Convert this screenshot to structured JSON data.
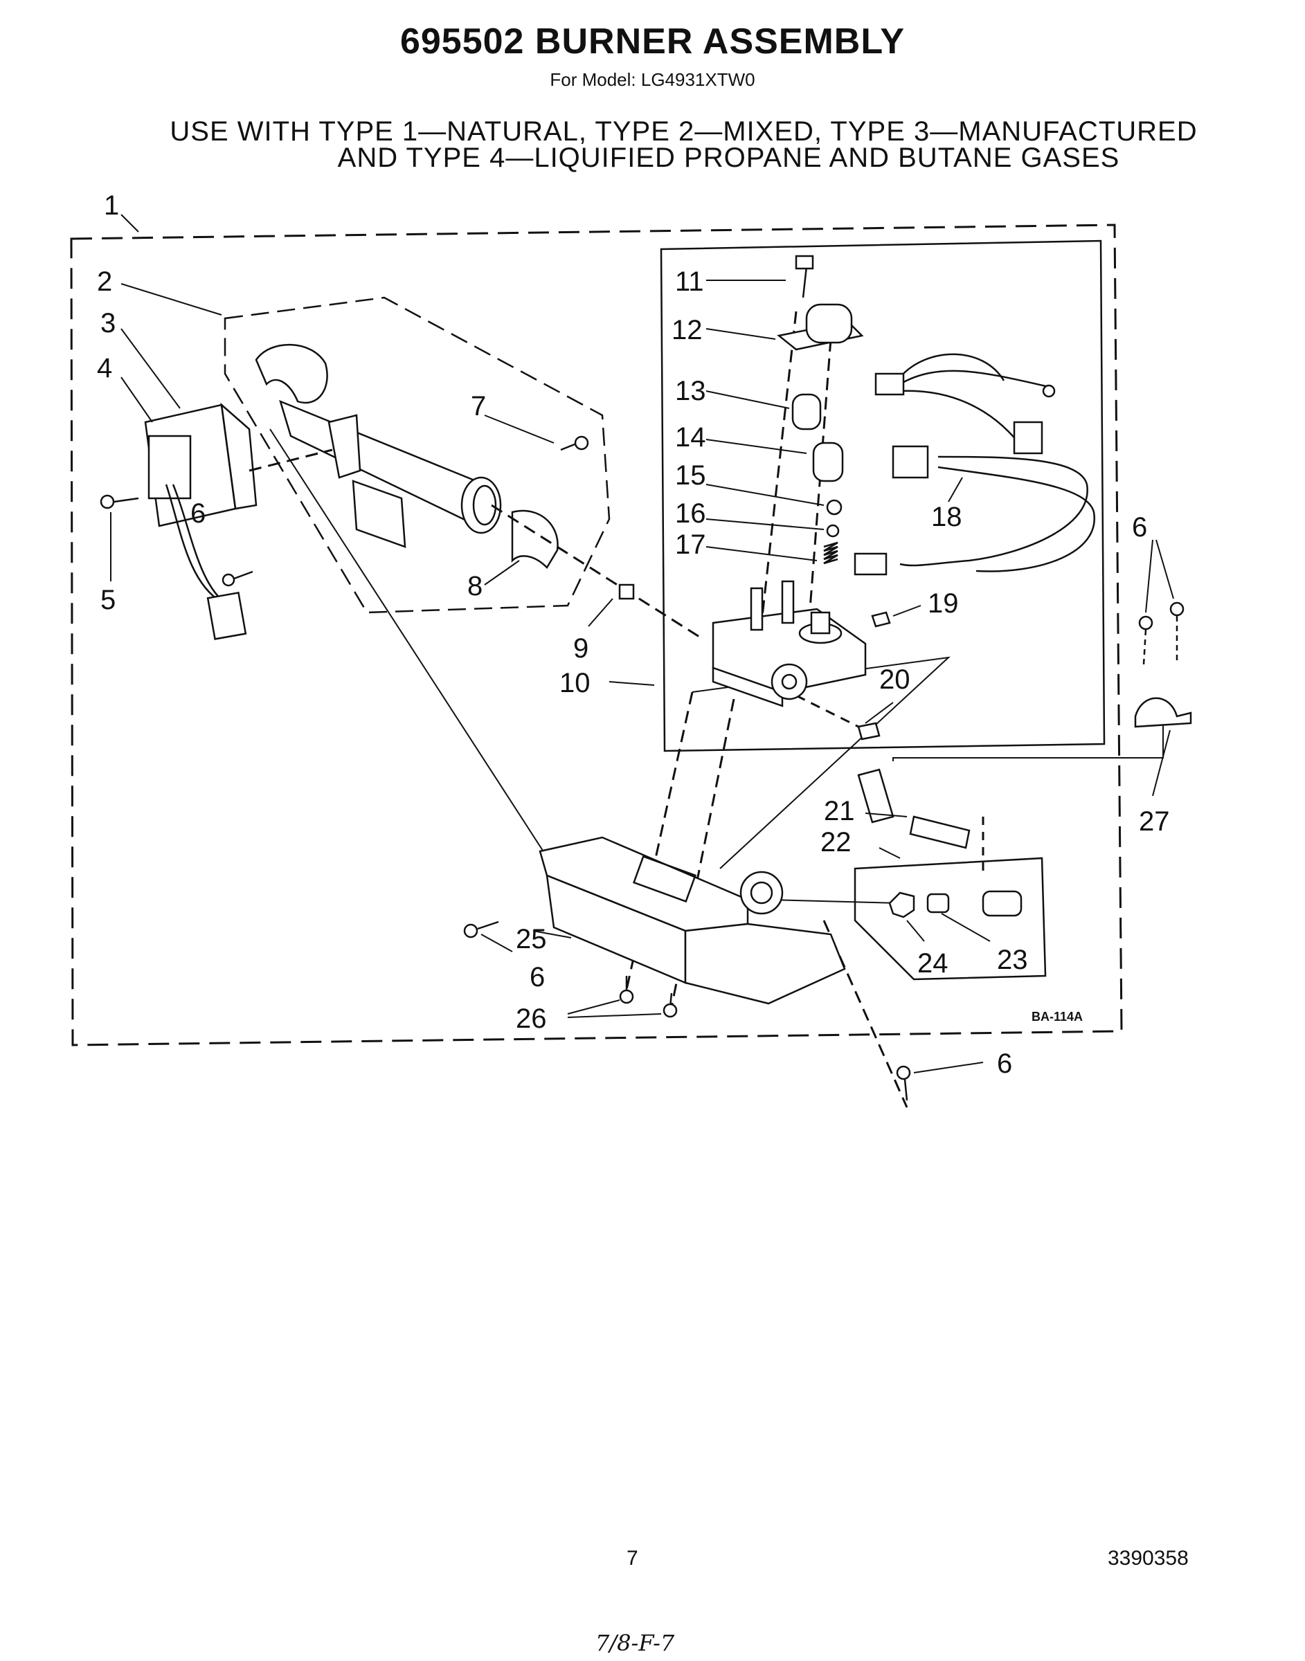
{
  "header": {
    "title": "695502 BURNER ASSEMBLY",
    "model": "For Model:  LG4931XTW0",
    "subtitle_line1": "USE WITH TYPE 1—NATURAL, TYPE 2—MIXED, TYPE 3—MANUFACTURED",
    "subtitle_line2": "AND TYPE 4—LIQUIFIED PROPANE AND BUTANE GASES"
  },
  "diagram": {
    "code": "BA-114A",
    "callouts": {
      "c1": "1",
      "c2": "2",
      "c3": "3",
      "c4": "4",
      "c5": "5",
      "c6": "6",
      "c7": "7",
      "c8": "8",
      "c9": "9",
      "c10": "10",
      "c11": "11",
      "c12": "12",
      "c13": "13",
      "c14": "14",
      "c15": "15",
      "c16": "16",
      "c17": "17",
      "c18": "18",
      "c19": "19",
      "c20": "20",
      "c21": "21",
      "c22": "22",
      "c23": "23",
      "c24": "24",
      "c25": "25",
      "c26": "26",
      "c27": "27"
    }
  },
  "footer": {
    "page_number": "7",
    "document_number": "3390358",
    "handwritten_note": "7/8-F-7"
  }
}
